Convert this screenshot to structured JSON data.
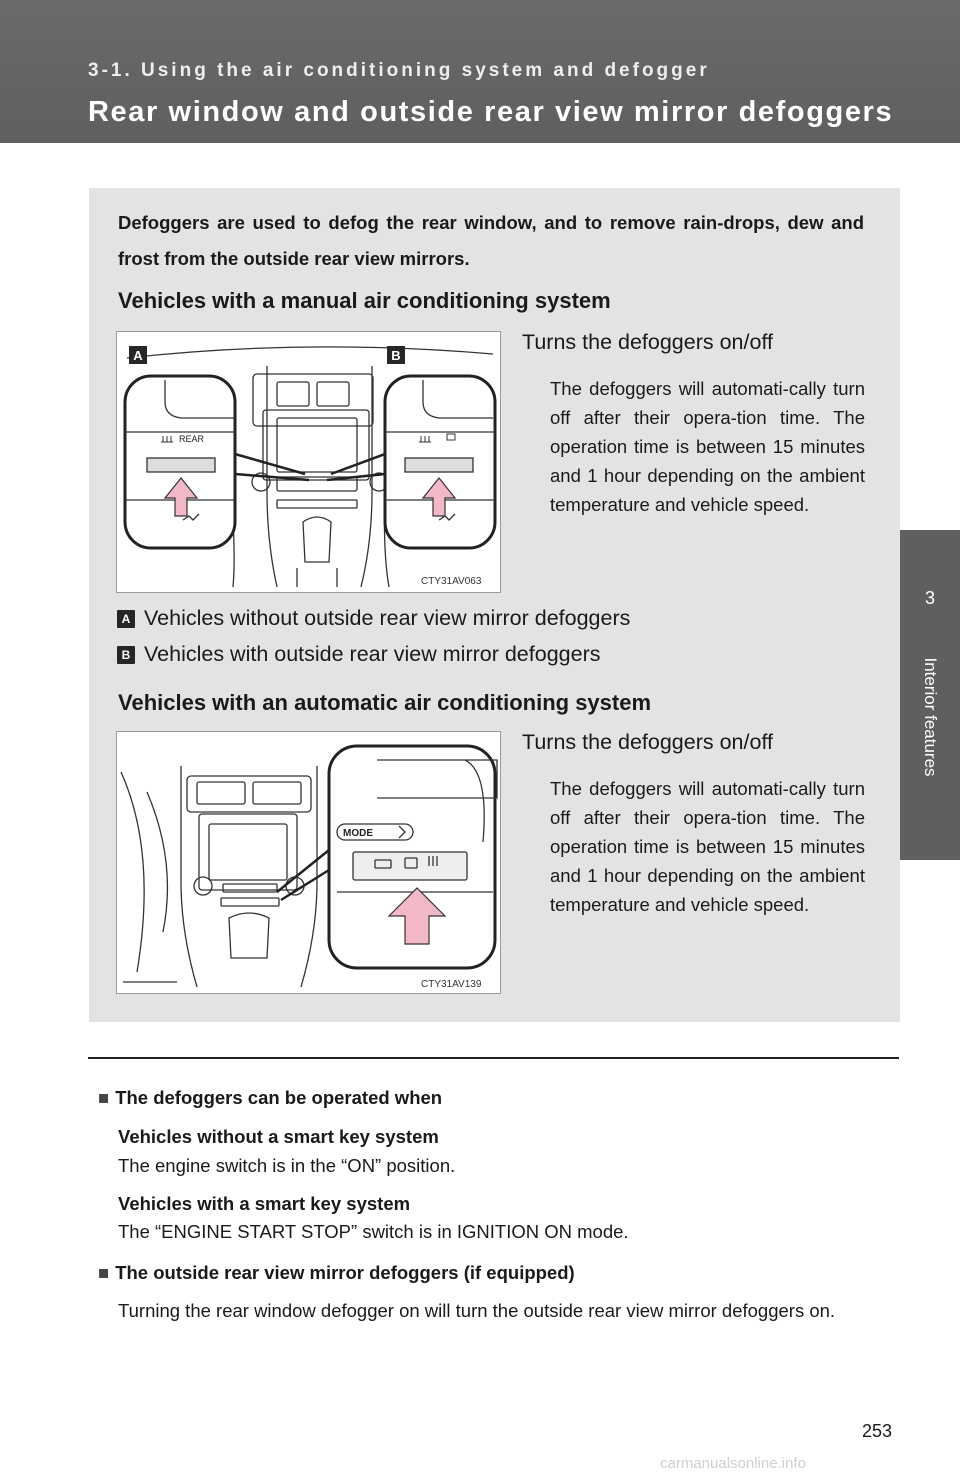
{
  "header": {
    "section": "3-1. Using the air conditioning system and defogger",
    "title": "Rear window and outside rear view mirror defoggers"
  },
  "side_tab": {
    "number": "3",
    "label": "Interior features"
  },
  "box": {
    "intro": "Defoggers are used to defog the rear window, and to remove rain-drops, dew and frost from the outside rear view mirrors.",
    "manual": {
      "heading": "Vehicles with a manual air conditioning system",
      "caption": "Turns the defoggers on/off",
      "desc": "The defoggers will automati-cally turn off after their opera-tion time. The operation time is between 15 minutes and 1 hour depending on the ambient temperature and vehicle speed.",
      "figure": {
        "code": "CTY31AV063",
        "callout_a": "A",
        "callout_b": "B",
        "button_label": "REAR"
      },
      "legend": [
        {
          "mark": "A",
          "text": "Vehicles without outside rear view mirror defoggers"
        },
        {
          "mark": "B",
          "text": "Vehicles with outside rear view mirror defoggers"
        }
      ]
    },
    "automatic": {
      "heading": "Vehicles with an automatic air conditioning system",
      "caption": "Turns the defoggers on/off",
      "desc": "The defoggers will automati-cally turn off after their opera-tion time. The operation time is between 15 minutes and 1 hour depending on the ambient temperature and vehicle speed.",
      "figure": {
        "code": "CTY31AV139",
        "mode_label": "MODE"
      }
    }
  },
  "notes": {
    "n1_title": "The defoggers can be operated when",
    "n1_sub1": "Vehicles without a smart key system",
    "n1_text1": "The engine switch is in the “ON” position.",
    "n1_sub2": "Vehicles with a smart key system",
    "n1_text2": "The “ENGINE START STOP” switch is in IGNITION ON mode.",
    "n2_title": "The outside rear view mirror defoggers (if equipped)",
    "n2_text": "Turning the rear window defogger on will turn the outside rear view mirror defoggers on."
  },
  "page_number": "253",
  "watermark": "carmanualsonline.info",
  "colors": {
    "header": "#5f5f5f",
    "box": "#e3e3e3",
    "arrow": "#f3b8c8"
  }
}
